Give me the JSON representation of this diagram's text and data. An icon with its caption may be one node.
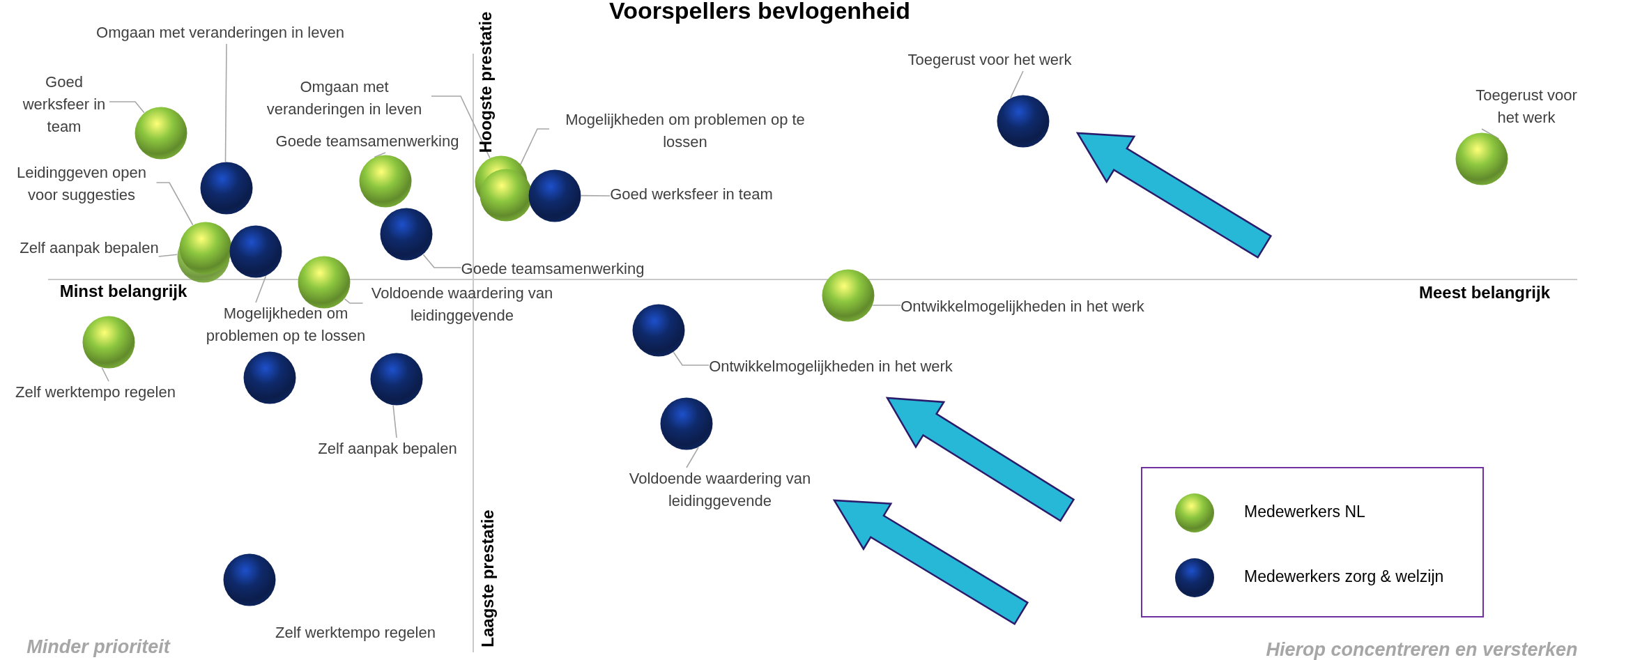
{
  "diagram": {
    "title": "Voorspellers bevlogenheid",
    "nodes": [
      {
        "text": [
          "Omgaan met veranderingen in leven"
        ]
      },
      {
        "text": [],
        "shape": "circle"
      },
      {
        "text": [
          "Goed werksfeer in team"
        ]
      },
      {
        "text": [],
        "shape": "circle"
      },
      {
        "text": [
          "Leidinggeven open voor suggesties"
        ]
      },
      {
        "text": [],
        "shape": "circle"
      },
      {
        "text": [
          "Zelf aanpak bepalen"
        ]
      },
      {
        "text": [],
        "shape": "circle"
      },
      {
        "text": [
          "Omgaan met veranderingen in leven"
        ]
      },
      {
        "text": [],
        "shape": "circle"
      },
      {
        "text": [
          "Goede teamsamenwerking"
        ]
      },
      {
        "text": [],
        "shape": "circle"
      },
      {
        "text": [
          "Mogelijkheden om problemen op te lossen"
        ]
      },
      {
        "text": [],
        "shape": "circle"
      },
      {
        "text": [
          "Goed werksfeer in team"
        ]
      },
      {
        "text": [],
        "shape": "circle"
      },
      {
        "text": [
          "Goede teamsamenwerking"
        ]
      },
      {
        "text": [],
        "shape": "circle"
      },
      {
        "text": [
          "Voldoende waardering van leidinggevende"
        ]
      },
      {
        "text": [],
        "shape": "circle"
      },
      {
        "text": [
          "Mogelijkheden om problemen op te lossen"
        ]
      },
      {
        "text": [],
        "shape": "circle"
      },
      {
        "text": [
          "Zelf werktempo regelen"
        ]
      },
      {
        "text": [],
        "shape": "circle"
      },
      {
        "text": [],
        "shape": "circle"
      },
      {
        "text": [
          "Zelf aanpak bepalen"
        ]
      },
      {
        "text": [],
        "shape": "circle"
      },
      {
        "text": [],
        "shape": "circle",
        "beside": [
          "Zelf werktempo regelen"
        ]
      },
      {
        "text": [
          "Toegerust voor het werk"
        ]
      },
      {
        "text": [],
        "shape": "circle"
      },
      {
        "text": [
          "Toegerust voor het werk"
        ]
      },
      {
        "text": [],
        "shape": "circle"
      },
      {
        "text": [
          "Ontwikkelmogelijkheden in het werk"
        ]
      },
      {
        "text": [],
        "shape": "circle"
      },
      {
        "text": [
          "Ontwikkelmogelijkheden in het werk"
        ]
      },
      {
        "text": [],
        "shape": "circle"
      },
      {
        "text": [
          "Voldoende waardering van leidinggevende"
        ]
      },
      {
        "text": [],
        "shape": "circle"
      }
    ],
    "edges": [
      {
        "from": 0,
        "to": 1,
        "arrow": "none"
      },
      {
        "from": 2,
        "to": 3,
        "arrow": "none"
      },
      {
        "from": 4,
        "to": 5,
        "arrow": "none"
      },
      {
        "from": 6,
        "to": 7,
        "arrow": "none"
      },
      {
        "from": 8,
        "to": 9,
        "arrow": "none"
      },
      {
        "from": 10,
        "to": 11,
        "arrow": "none"
      },
      {
        "from": 12,
        "to": 13,
        "arrow": "none"
      },
      {
        "from": 14,
        "to": 15,
        "arrow": "none"
      },
      {
        "from": 16,
        "to": 17,
        "arrow": "none"
      },
      {
        "from": 18,
        "to": 19,
        "arrow": "none"
      },
      {
        "from": 20,
        "to": 21,
        "arrow": "none"
      },
      {
        "from": 22,
        "to": 23,
        "arrow": "none"
      },
      {
        "from": 25,
        "to": 26,
        "arrow": "none"
      },
      {
        "from": 28,
        "to": 29,
        "arrow": "none"
      },
      {
        "from": 30,
        "to": 31,
        "arrow": "none"
      },
      {
        "from": 32,
        "to": 33,
        "arrow": "none"
      },
      {
        "from": 34,
        "to": 35,
        "arrow": "none"
      },
      {
        "from": 36,
        "to": 37,
        "arrow": "none"
      }
    ],
    "labels": [
      "Hoogste prestatie",
      "Minst belangrijk",
      "Meest belangrijk",
      "Laagste prestatie",
      "Minder prioriteit",
      "Hierop concentreren en versterken"
    ],
    "legend": [
      {
        "text": "Medewerkers NL",
        "color": "#8cc63f"
      },
      {
        "text": "Medewerkers zorg & welzijn",
        "color": "#0f2a6b"
      }
    ]
  }
}
